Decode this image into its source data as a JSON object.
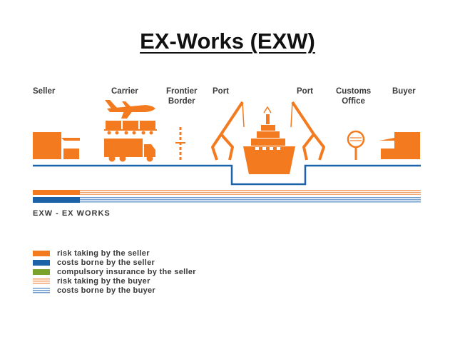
{
  "title": "EX-Works (EXW)",
  "stages": {
    "seller": "Seller",
    "carrier": "Carrier",
    "frontier_line1": "Frontier",
    "frontier_line2": "Border",
    "port_left": "Port",
    "port_right": "Port",
    "customs_line1": "Customs",
    "customs_line2": "Office",
    "buyer": "Buyer"
  },
  "section_label": "EXW - EX WORKS",
  "legend": [
    {
      "label": "risk taking by the seller",
      "color": "#f47a20"
    },
    {
      "label": "costs borne by the seller",
      "color": "#1c62a8"
    },
    {
      "label": "compulsory insurance by the seller",
      "color": "#7aa22c"
    },
    {
      "label": "risk taking by the buyer",
      "color": "#f6a36a"
    },
    {
      "label": "costs borne by the buyer",
      "color": "#6f9ccf"
    }
  ],
  "icons": [
    "warehouse-icon",
    "plane-icon",
    "train-icon",
    "truck-icon",
    "border-post-icon",
    "crane-icon",
    "ship-icon",
    "customs-sign-icon"
  ],
  "colors": {
    "orange": "#f47a20",
    "blue": "#1c62a8",
    "light_orange": "#f6a36a",
    "light_blue": "#6f9ccf"
  }
}
